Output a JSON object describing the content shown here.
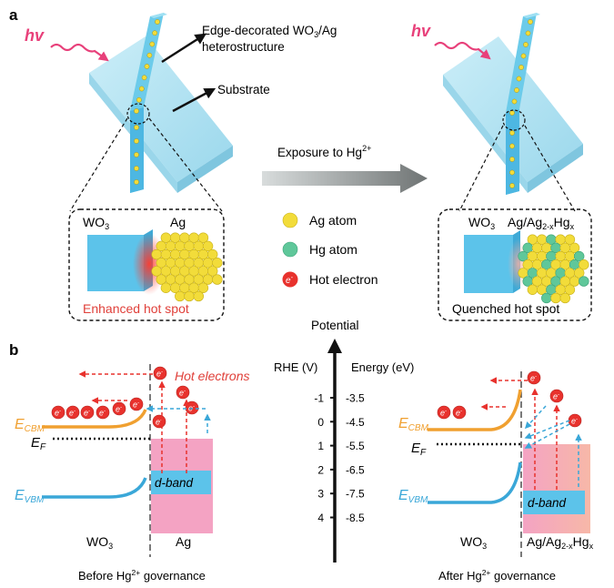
{
  "panels": {
    "a": "a",
    "b": "b"
  },
  "top": {
    "light_symbol": "hv",
    "edge_label_line1": "Edge-decorated WO",
    "edge_label_sub": "3",
    "edge_label_tail": "/Ag",
    "edge_label_line2": "heterostructure",
    "substrate_label": "Substrate",
    "exposure_label": "Exposure to Hg",
    "exposure_sup": "2+",
    "left_inset": {
      "wo3": "WO",
      "wo3_sub": "3",
      "ag": "Ag",
      "caption": "Enhanced hot spot"
    },
    "right_inset": {
      "wo3": "WO",
      "wo3_sub": "3",
      "alloy": "Ag/Ag",
      "alloy_sub": "2-x",
      "alloy_hg": "Hg",
      "alloy_x": "x",
      "caption": "Quenched hot spot"
    },
    "legend": {
      "ag_atom": "Ag atom",
      "hg_atom": "Hg atom",
      "hot_electron": "Hot electron",
      "electron_symbol": "e",
      "electron_sup": "-"
    }
  },
  "bottom": {
    "potential_title": "Potential",
    "rhe_header": "RHE (V)",
    "energy_header": "Energy (eV)",
    "ticks": [
      {
        "rhe": "-1",
        "energy": "-3.5"
      },
      {
        "rhe": "0",
        "energy": "-4.5"
      },
      {
        "rhe": "1",
        "energy": "-5.5"
      },
      {
        "rhe": "2",
        "energy": "-6.5"
      },
      {
        "rhe": "3",
        "energy": "-7.5"
      },
      {
        "rhe": "4",
        "energy": "-8.5"
      }
    ],
    "left": {
      "hot_electrons": "Hot electrons",
      "ecbm": "E",
      "ecbm_sub": "CBM",
      "ef": "E",
      "ef_sub": "F",
      "evbm": "E",
      "evbm_sub": "VBM",
      "dband": "d-band",
      "wo3": "WO",
      "wo3_sub": "3",
      "ag": "Ag",
      "caption": "Before Hg",
      "caption_sup": "2+",
      "caption_tail": " governance"
    },
    "right": {
      "ecbm": "E",
      "ecbm_sub": "CBM",
      "ef": "E",
      "ef_sub": "F",
      "evbm": "E",
      "evbm_sub": "VBM",
      "dband": "d-band",
      "wo3": "WO",
      "wo3_sub": "3",
      "alloy": "Ag/Ag",
      "alloy_sub": "2-x",
      "alloy_hg": "Hg",
      "alloy_x": "x",
      "caption": "After Hg",
      "caption_sup": "2+",
      "caption_tail": " governance"
    }
  },
  "colors": {
    "hv": "#e8407a",
    "substrate": "#a9def0",
    "wo3": "#5cc3ea",
    "ag_atom": "#f2dc3a",
    "hg_atom": "#5fc79a",
    "electron": "#e8322d",
    "cbm": "#f0a030",
    "vbm": "#3aa7d8",
    "metal": "#f4a3c3",
    "hot_text": "#e0403a",
    "arrow_red": "#e8322d",
    "arrow_blue": "#3aa7d8"
  }
}
